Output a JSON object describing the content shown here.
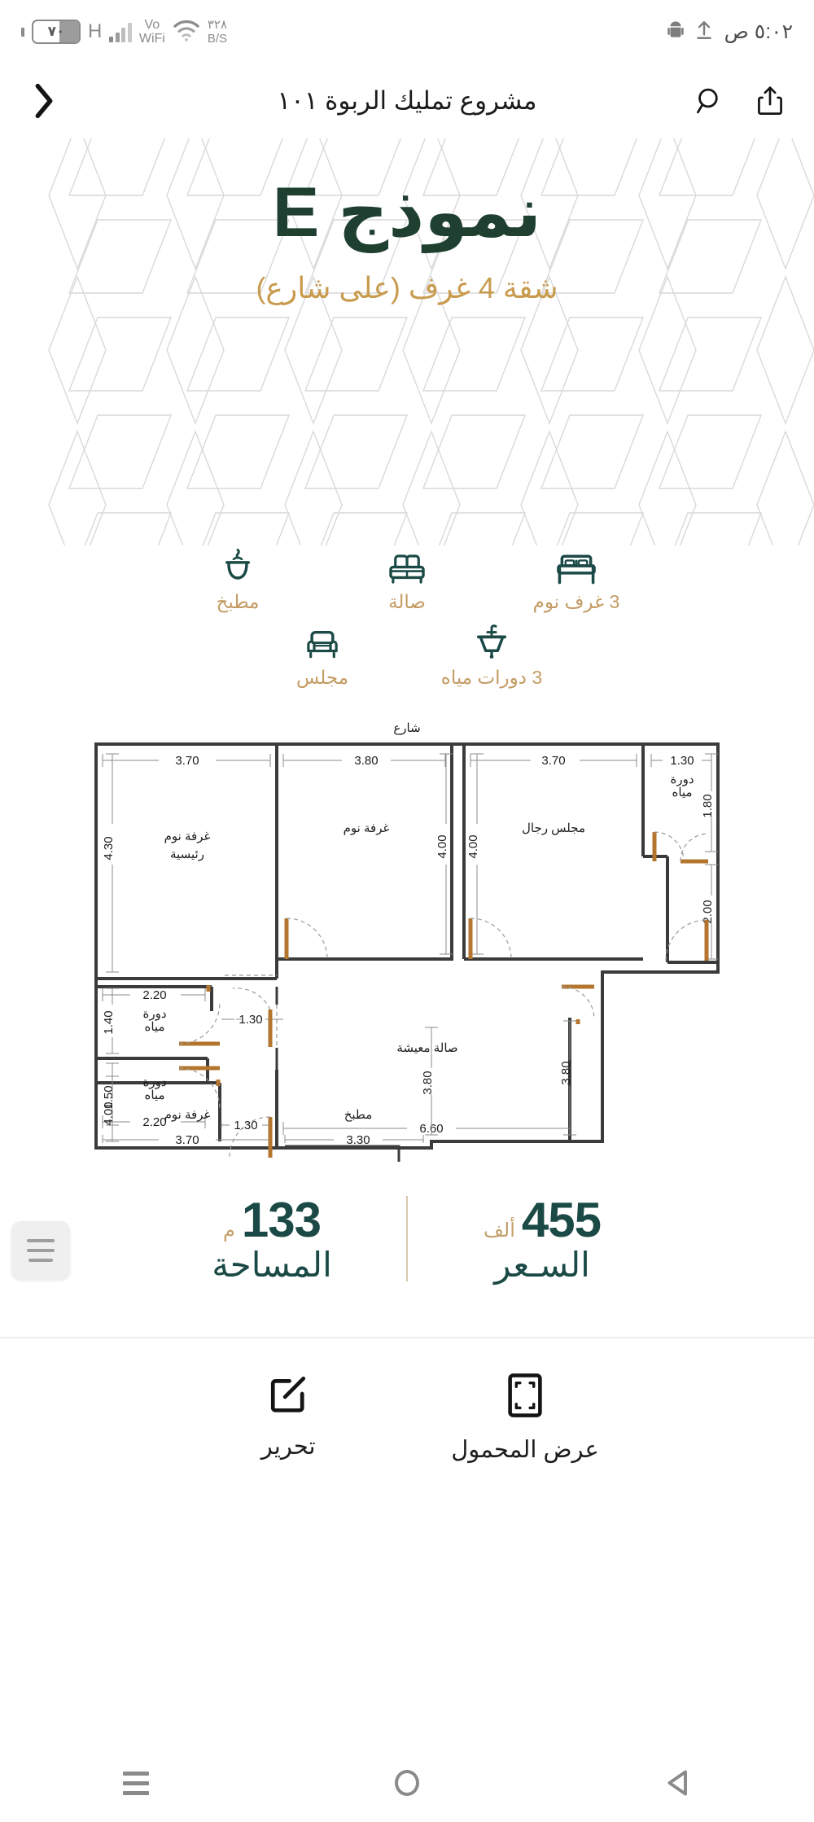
{
  "statusbar": {
    "battery_percent": "٧٠",
    "network_type": "H",
    "volte": "Vo",
    "wifi_label": "WiFi",
    "speed_value": "٣٢٨",
    "speed_unit": "B/S",
    "time": "٥:٠٢ ص",
    "wifi_icon": "wifi-icon",
    "android_icon": "android-icon",
    "upload_icon": "upload-icon",
    "signal_icon": "signal-bars-icon",
    "battery_icon": "battery-icon"
  },
  "appbar": {
    "title": "مشروع تمليك الربوة ١٠١",
    "share_icon": "share-icon",
    "search_icon": "search-icon",
    "forward_icon": "chevron-right-icon"
  },
  "hero": {
    "model_title": "نموذج E",
    "subtitle": "شقة 4 غرف (على شارع)",
    "title_color": "#1f4031",
    "subtitle_color": "#c89b4e",
    "pattern_color": "#d7d7d7"
  },
  "features": {
    "row1": [
      {
        "label": "3 غرف نوم",
        "icon": "bed-icon"
      },
      {
        "label": "صالة",
        "icon": "sofa-icon"
      },
      {
        "label": "مطبخ",
        "icon": "kitchen-pot-icon"
      }
    ],
    "row2": [
      {
        "label": "3 دورات مياه",
        "icon": "sink-icon"
      },
      {
        "label": "مجلس",
        "icon": "armchair-icon"
      }
    ],
    "icon_color": "#1b4a46",
    "label_color": "#c49b63"
  },
  "floorplan": {
    "street_label": "شارع",
    "street_label_color": "#c9a86a",
    "wall_color": "#3b3b3b",
    "door_color": "#b4762f",
    "dim_color": "#2b2b2b",
    "rooms": [
      {
        "name": "غرفة نوم رئيسية",
        "width": "3.70",
        "height": "4.30"
      },
      {
        "name": "غرفة نوم",
        "width": "3.80",
        "height": "4.00"
      },
      {
        "name": "مجلس رجال",
        "width": "3.70",
        "height": "4.00"
      },
      {
        "name": "دورة مياه",
        "width": "1.30",
        "height": "1.80"
      },
      {
        "name": "دورة مياه",
        "width": "2.20",
        "height": "1.40"
      },
      {
        "name": "دورة مياه",
        "width": "2.20",
        "height": "1.50"
      },
      {
        "name": "صالة معيشة",
        "width": "6.60",
        "height": "3.80"
      },
      {
        "name": "غرفة نوم",
        "width": "3.70",
        "height": "4.00"
      },
      {
        "name": "مطبخ",
        "width": "3.30",
        "height": "3.80"
      }
    ],
    "labels": {
      "master_bed": "غرفة نوم رئيسية",
      "bed2": "غرفة نوم",
      "majlis": "مجلس رجال",
      "wc": "دورة مياه",
      "living": "صالة معيشة",
      "bed3": "غرفة نوم",
      "kitchen": "مطبخ"
    },
    "dims": {
      "d_3_70_a": "3.70",
      "d_4_30": "4.30",
      "d_3_80_a": "3.80",
      "d_4_00_a": "4.00",
      "d_4_00_b": "4.00",
      "d_3_70_b": "3.70",
      "d_1_30_a": "1.30",
      "d_1_80": "1.80",
      "d_2_00": "2.00",
      "d_2_20_a": "2.20",
      "d_1_40": "1.40",
      "d_1_30_b": "1.30",
      "d_2_20_b": "2.20",
      "d_1_50": "1.50",
      "d_1_30_c": "1.30",
      "d_6_60": "6.60",
      "d_3_80_b": "3.80",
      "d_4_00_c": "4.00",
      "d_3_70_c": "3.70",
      "d_3_30": "3.30",
      "d_3_80_c": "3.80"
    }
  },
  "stats": {
    "area": {
      "value": "133",
      "unit": "م",
      "label": "المساحة"
    },
    "price": {
      "value": "455",
      "unit": "ألف",
      "label": "السـعر"
    },
    "value_color": "#1b4a46",
    "unit_color": "#c3a06a"
  },
  "actions": [
    {
      "label": "عرض المحمول",
      "icon": "mobile-preview-icon"
    },
    {
      "label": "تحرير",
      "icon": "edit-pencil-icon"
    }
  ],
  "navbar": {
    "recents_icon": "recents-icon",
    "home_icon": "home-circle-icon",
    "back_icon": "back-triangle-icon"
  }
}
